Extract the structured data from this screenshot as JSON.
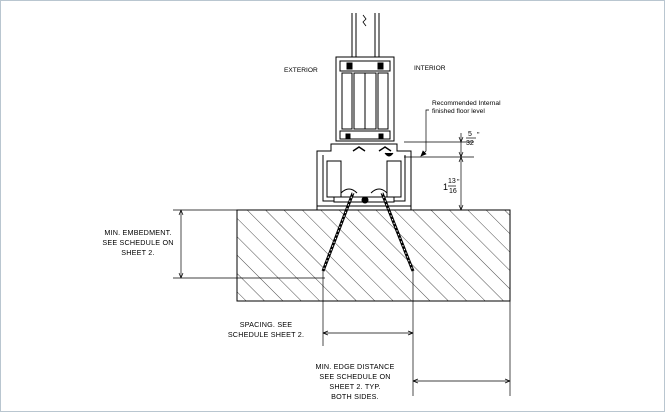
{
  "labels": {
    "exterior": "EXTERIOR",
    "interior": "INTERIOR",
    "floor_note_1": "Recommended Internal",
    "floor_note_2": "finished floor level",
    "embedment_1": "MIN. EMBEDMENT.",
    "embedment_2": "SEE SCHEDULE ON",
    "embedment_3": "SHEET 2.",
    "spacing_1": "SPACING. SEE",
    "spacing_2": "SCHEDULE SHEET 2.",
    "edge_1": "MIN. EDGE DISTANCE",
    "edge_2": "SEE SCHEDULE ON",
    "edge_3": "SHEET 2. TYP.",
    "edge_4": "BOTH SIDES."
  },
  "dimensions": {
    "gap_whole": "",
    "gap_num": "5",
    "gap_den": "32",
    "gap_unit": "\"",
    "height_whole": "1",
    "height_num": "13",
    "height_den": "16",
    "height_unit": "\""
  },
  "colors": {
    "line": "#000000",
    "border": "#b9c6d0",
    "background": "#ffffff"
  }
}
